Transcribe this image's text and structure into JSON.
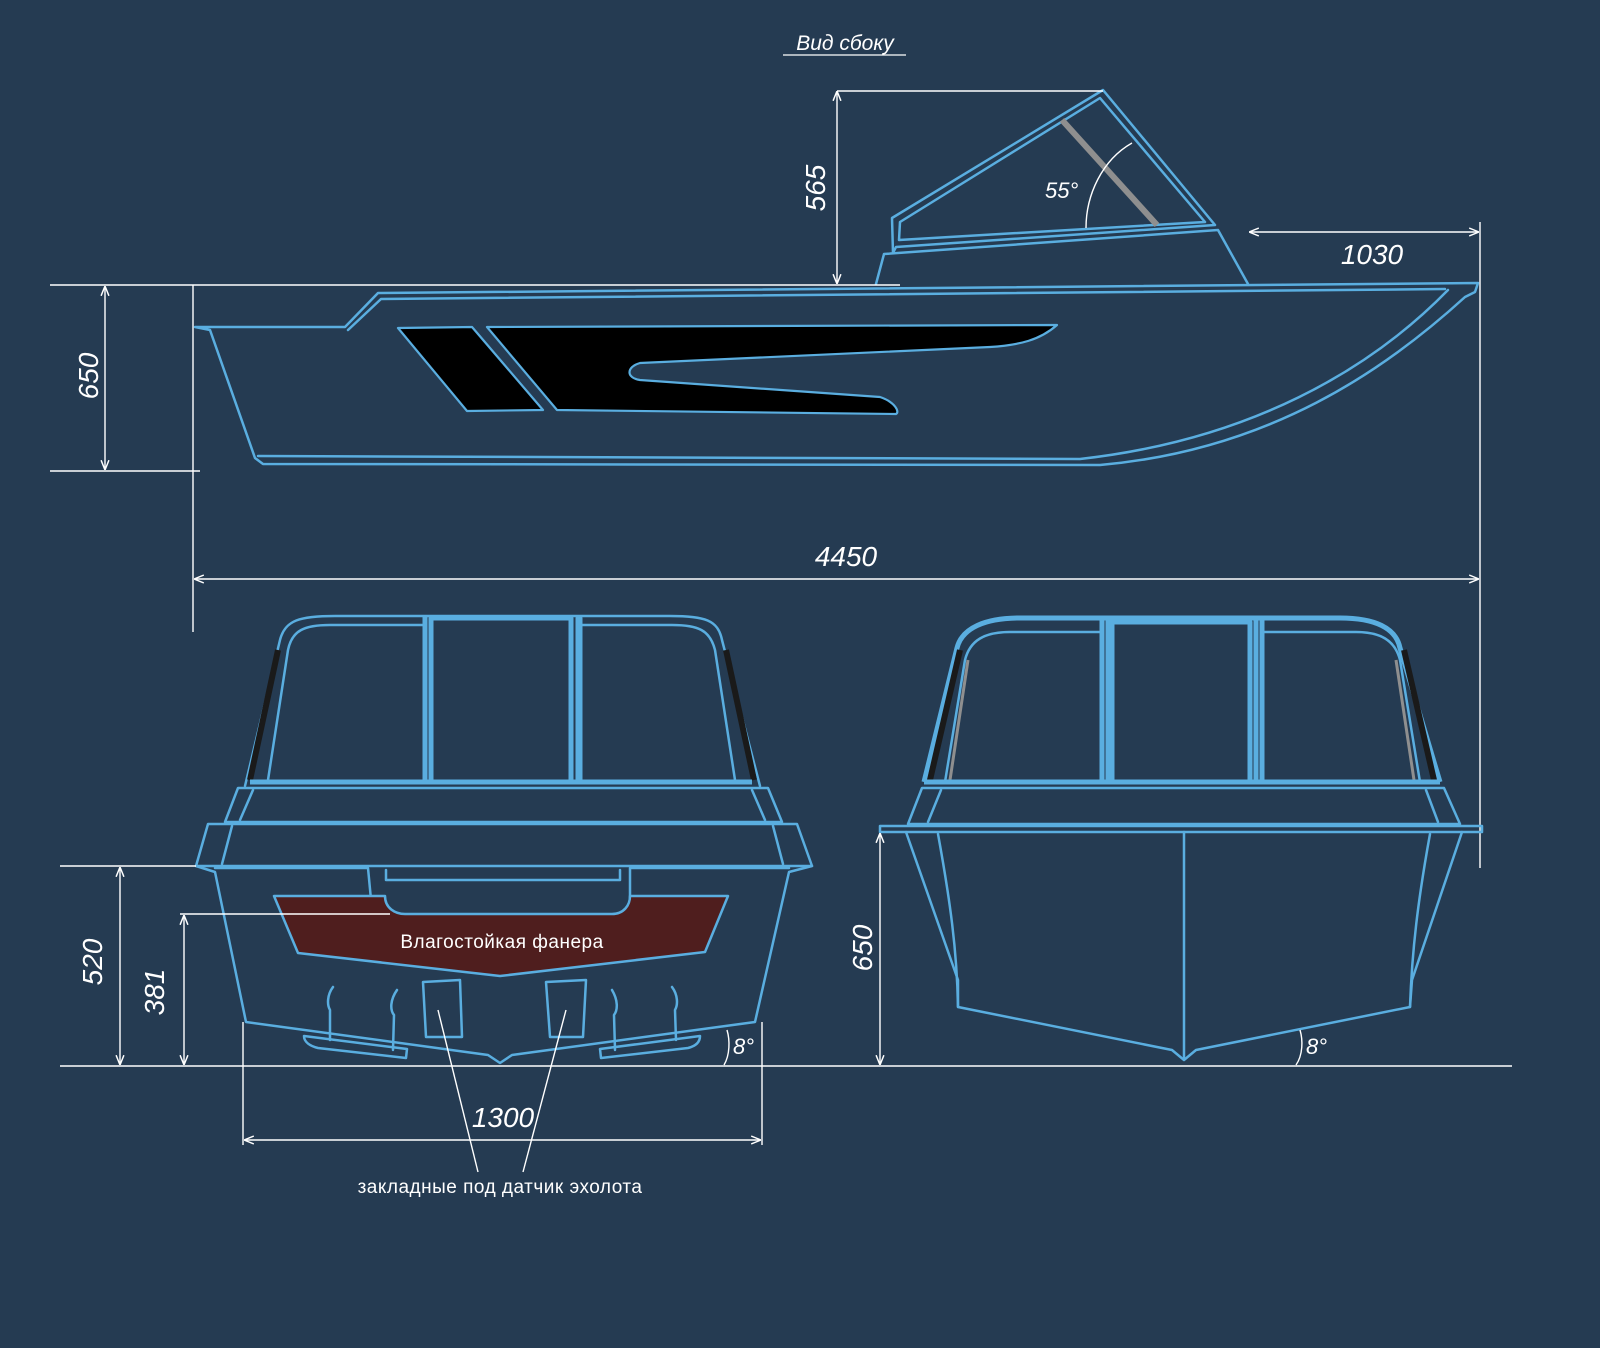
{
  "title": "Вид сбоку",
  "dimensions": {
    "windshield_height": "565",
    "windshield_angle": "55°",
    "bow_length": "1030",
    "side_height": "650",
    "total_length": "4450",
    "stern_height": "520",
    "plywood_height": "381",
    "transom_width": "1300",
    "front_height": "650",
    "deadrise_stern": "8°",
    "deadrise_front": "8°"
  },
  "labels": {
    "plywood": "Влагостойкая фанера",
    "sensor_mounts": "закладные под датчик эхолота"
  },
  "colors": {
    "background": "#253b52",
    "outline": "#5aaee0",
    "plywood": "#4f1e1e",
    "dimension": "#ffffff"
  }
}
